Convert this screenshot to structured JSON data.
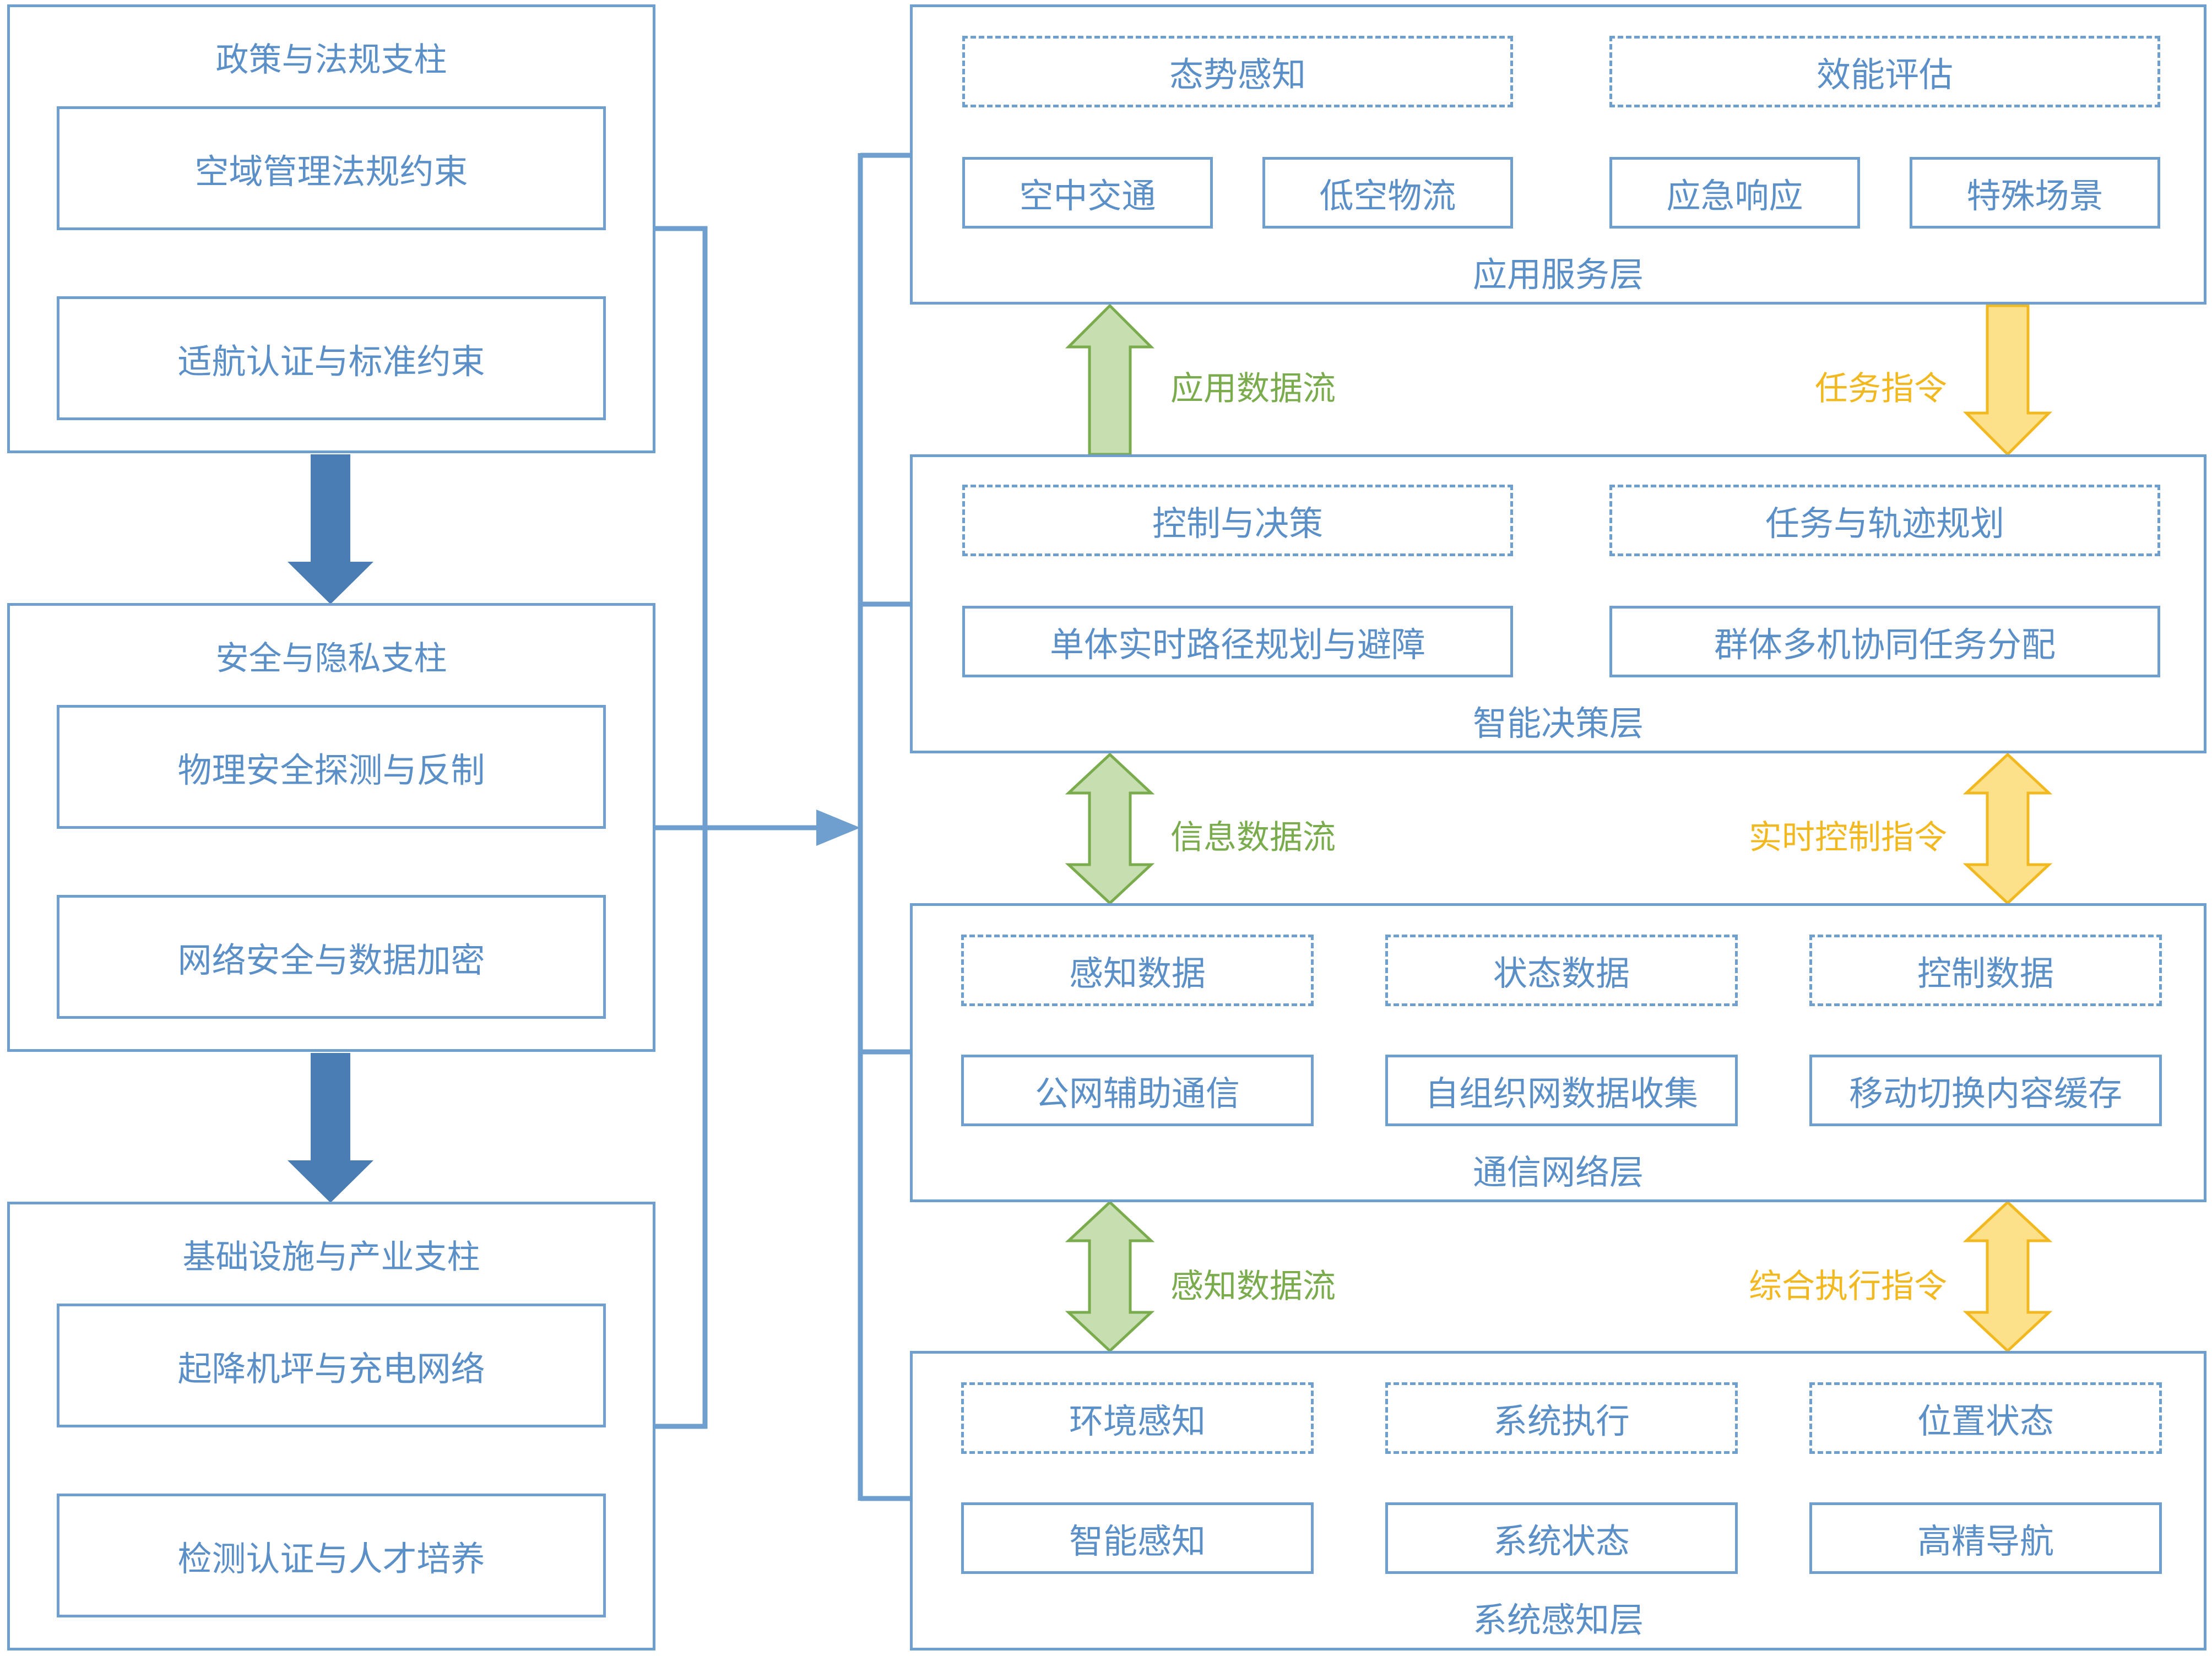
{
  "pillars": [
    {
      "title": "政策与法规支柱",
      "items": [
        "空域管理法规约束",
        "适航认证与标准约束"
      ]
    },
    {
      "title": "安全与隐私支柱",
      "items": [
        "物理安全探测与反制",
        "网络安全与数据加密"
      ]
    },
    {
      "title": "基础设施与产业支柱",
      "items": [
        "起降机坪与充电网络",
        "检测认证与人才培养"
      ]
    }
  ],
  "layers": [
    {
      "name": "应用服务层",
      "dashed": [
        "态势感知",
        "效能评估"
      ],
      "items": [
        "空中交通",
        "低空物流",
        "应急响应",
        "特殊场景"
      ]
    },
    {
      "name": "智能决策层",
      "dashed": [
        "控制与决策",
        "任务与轨迹规划"
      ],
      "items": [
        "单体实时路径规划与避障",
        "群体多机协同任务分配"
      ]
    },
    {
      "name": "通信网络层",
      "dashed": [
        "感知数据",
        "状态数据",
        "控制数据"
      ],
      "items": [
        "公网辅助通信",
        "自组织网数据收集",
        "移动切换内容缓存"
      ]
    },
    {
      "name": "系统感知层",
      "dashed": [
        "环境感知",
        "系统执行",
        "位置状态"
      ],
      "items": [
        "智能感知",
        "系统状态",
        "高精导航"
      ]
    }
  ],
  "flows": [
    {
      "data_label": "应用数据流",
      "data_direction": "up",
      "cmd_label": "任务指令",
      "cmd_direction": "down"
    },
    {
      "data_label": "信息数据流",
      "data_direction": "both",
      "cmd_label": "实时控制指令",
      "cmd_direction": "both"
    },
    {
      "data_label": "感知数据流",
      "data_direction": "both",
      "cmd_label": "综合执行指令",
      "cmd_direction": "both"
    }
  ],
  "colors": {
    "border": "#6e9fcf",
    "text": "#5b8fc7",
    "pillar_arrow": "#4a7db4",
    "data_arrow_fill": "#c6deb0",
    "data_arrow_stroke": "#7aab4c",
    "cmd_arrow_fill": "#fde08a",
    "cmd_arrow_stroke": "#f2b820"
  }
}
